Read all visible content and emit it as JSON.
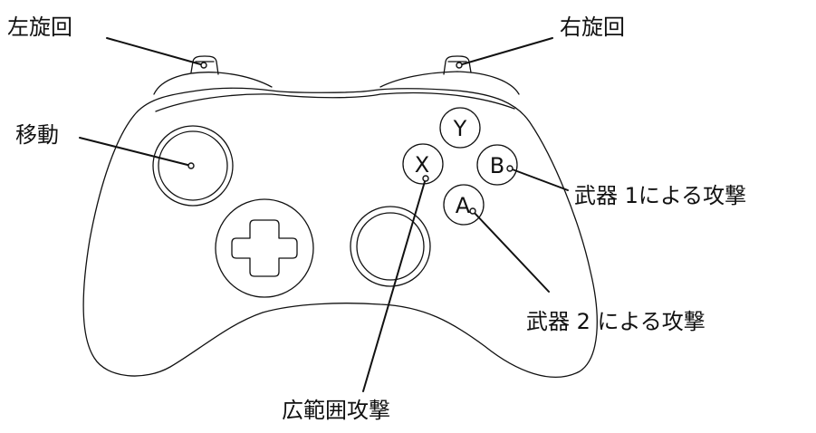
{
  "labels": {
    "left_turn": "左旋回",
    "right_turn": "右旋回",
    "move": "移動",
    "weapon1": "武器 1による攻撃",
    "weapon2": "武器 2 による攻撃",
    "wide_attack": "広範囲攻撃"
  },
  "buttons": {
    "y": "Y",
    "x": "X",
    "b": "B",
    "a": "A"
  },
  "colors": {
    "line": "#111111",
    "background": "#ffffff"
  }
}
